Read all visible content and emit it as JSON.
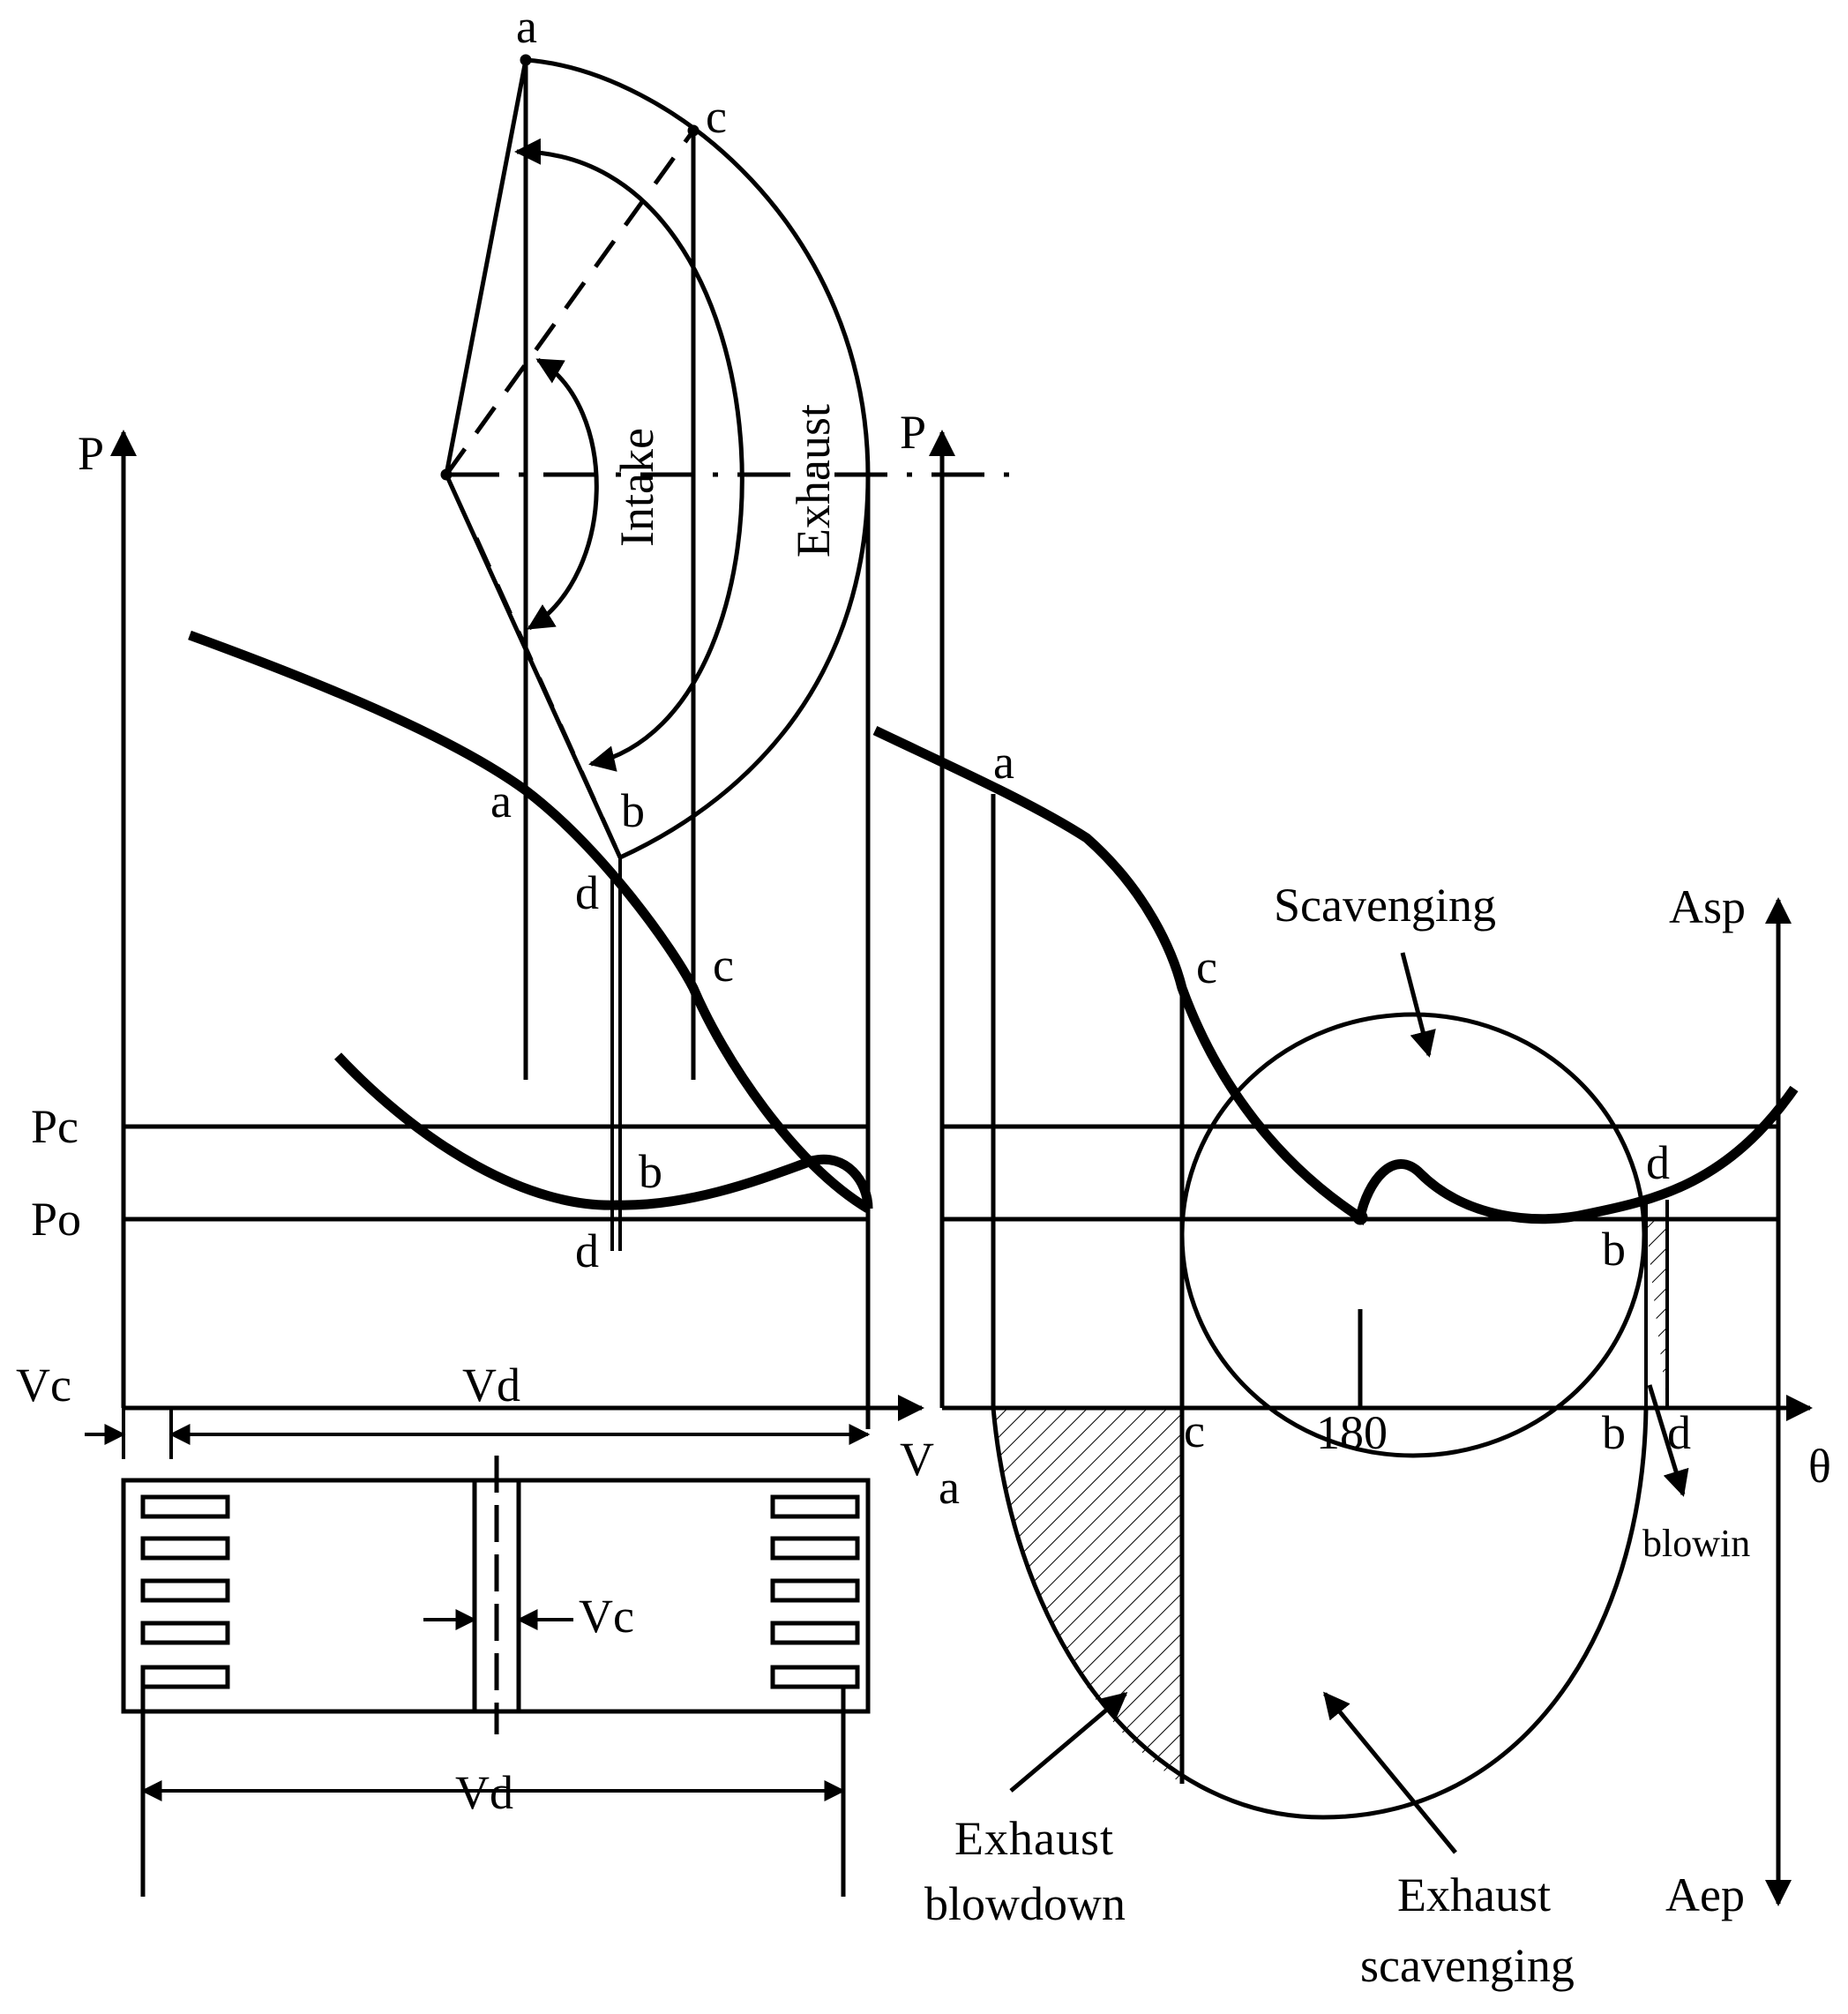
{
  "left_pv": {
    "axis_p": "P",
    "axis_v": "V",
    "pc": "Pc",
    "po": "Po",
    "vc": "Vc",
    "vd": "Vd",
    "pt_a_crank": "a",
    "pt_c_crank": "c",
    "pt_a": "a",
    "pt_b": "b",
    "pt_d": "d",
    "pt_c": "c",
    "pt_b_low": "b",
    "pt_d_low": "d",
    "intake": "Intake",
    "exhaust": "Exhaust"
  },
  "cylinder": {
    "vc": "Vc",
    "vd": "Vd"
  },
  "right_ptheta": {
    "axis_p": "P",
    "axis_theta": "θ",
    "axis_asp": "Asp",
    "axis_aep": "Aep",
    "pt_a": "a",
    "pt_c": "c",
    "pt_d": "d",
    "pt_b": "b",
    "x_a": "a",
    "x_c": "c",
    "x_180": "180",
    "x_b": "b",
    "x_d": "d",
    "scavenging": "Scavenging",
    "blowin": "blowin",
    "exhaust_blowdown_1": "Exhaust",
    "exhaust_blowdown_2": "blowdown",
    "exhaust_scavenging_1": "Exhaust",
    "exhaust_scavenging_2": "scavenging"
  }
}
